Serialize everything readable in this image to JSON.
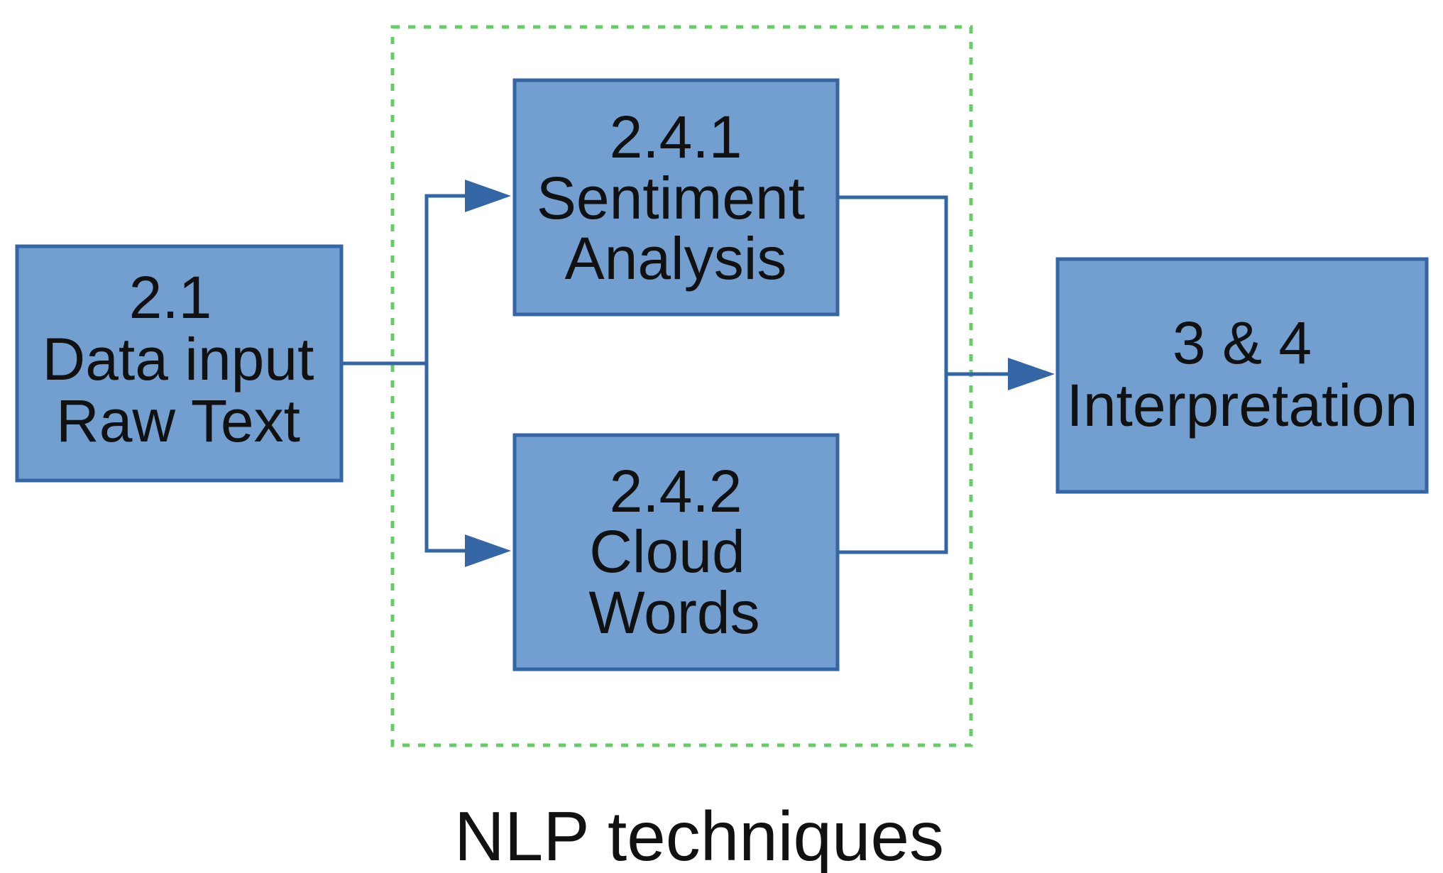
{
  "diagram": {
    "group": {
      "label": "NLP techniques",
      "border_color": "#66cc66"
    },
    "colors": {
      "node_fill": "#729fcf",
      "node_border": "#3465a4",
      "connector": "#3465a4",
      "text": "#111111"
    },
    "nodes": {
      "data_input": {
        "line1": "2.1",
        "line2": "Data input",
        "line3": "Raw Text"
      },
      "sentiment": {
        "line1": "2.4.1",
        "line2": "Sentiment",
        "line3": "Analysis"
      },
      "cloud_words": {
        "line1": "2.4.2",
        "line2": "Cloud",
        "line3": "Words"
      },
      "interpretation": {
        "line1": "3 & 4",
        "line2": "Interpretation"
      }
    },
    "edges": [
      {
        "from": "2.1 Data input Raw Text",
        "to": "2.4.1 Sentiment Analysis"
      },
      {
        "from": "2.1 Data input Raw Text",
        "to": "2.4.2 Cloud Words"
      },
      {
        "from": "2.4.1 Sentiment Analysis",
        "to": "3 & 4 Interpretation"
      },
      {
        "from": "2.4.2 Cloud Words",
        "to": "3 & 4 Interpretation"
      }
    ]
  }
}
